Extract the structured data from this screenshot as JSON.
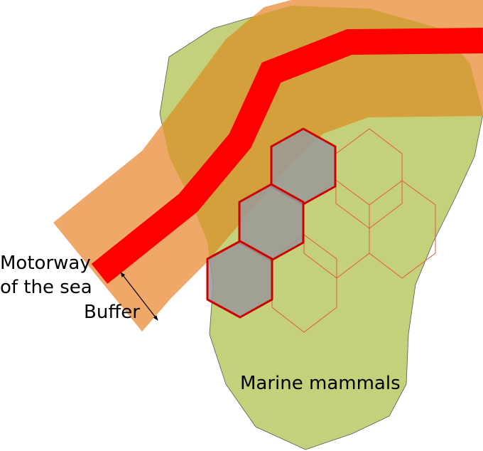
{
  "labels": {
    "motorway_line1": "Motorway",
    "motorway_line2": "of the sea",
    "buffer": "Buffer",
    "marine_mammals": "Marine mammals"
  },
  "colors": {
    "habitat_fill": "#c5d17a",
    "buffer_fill": "#f0a868",
    "overlap_fill": "#d4a03c",
    "route_stroke": "#ff0000",
    "hex_intersect_fill": "#999999",
    "hex_intersect_stroke": "#cc0000",
    "hex_outline_stroke": "#e05a3a"
  }
}
